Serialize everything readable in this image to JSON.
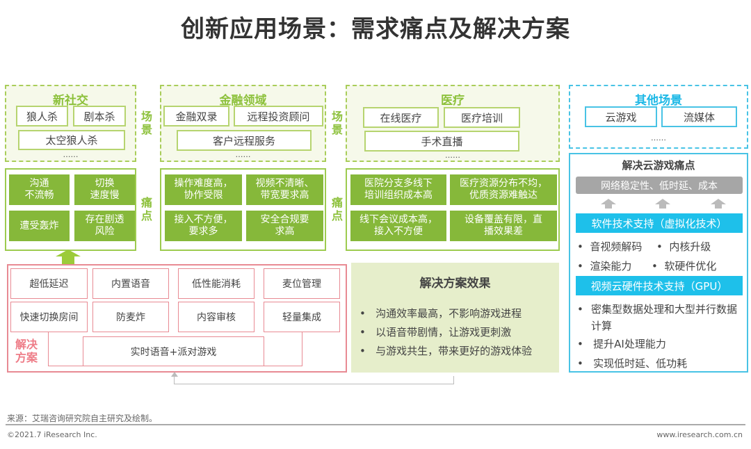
{
  "title": "创新应用场景：需求痛点及解决方案",
  "labels": {
    "scene": "场景",
    "pain": "痛点",
    "solution": "解决方案"
  },
  "ellipsis": "……",
  "scenes": [
    {
      "name": "新社交",
      "items": [
        "狼人杀",
        "剧本杀",
        "太空狼人杀"
      ],
      "pains": [
        "沟通\n不流畅",
        "切换\n速度慢",
        "遭受轰炸",
        "存在剧透\n风险"
      ]
    },
    {
      "name": "金融领域",
      "items": [
        "金融双录",
        "远程投资顾问",
        "客户远程服务"
      ],
      "pains": [
        "操作难度高，\n协作受限",
        "视频不清晰、\n带宽要求高",
        "接入不方便，\n要求多",
        "安全合规要\n求高"
      ]
    },
    {
      "name": "医疗",
      "items": [
        "在线医疗",
        "医疗培训",
        "手术直播"
      ],
      "pains": [
        "医院分支多线下\n培训组织成本高",
        "医疗资源分布不均，\n优质资源难触达",
        "线下会议成本高，\n接入不方便",
        "设备覆盖有限，直\n播效果差"
      ]
    }
  ],
  "other": {
    "name": "其他场景",
    "items": [
      "云游戏",
      "流媒体"
    ]
  },
  "cloud": {
    "title": "解决云游戏痛点",
    "pain_bar": "网络稳定性、低时延、成本",
    "software_bar": "软件技术支持（虚拟化技术）",
    "software_items": [
      "音视频解码",
      "内核升级",
      "渲染能力",
      "软硬件优化"
    ],
    "hardware_bar": "视频云硬件技术支持（GPU）",
    "hardware_items": [
      "密集型数据处理和大型并行数据计算",
      "提升AI处理能力",
      "实现低时延、低功耗"
    ]
  },
  "solutions": {
    "features": [
      "超低延迟",
      "内置语音",
      "低性能消耗",
      "麦位管理",
      "快速切换房间",
      "防麦炸",
      "内容审核",
      "轻量集成"
    ],
    "core": "实时语音+派对游戏"
  },
  "effects": {
    "title": "解决方案效果",
    "items": [
      "沟通效率最高，不影响游戏进程",
      "以语音带剧情，让游戏更刺激",
      "与游戏共生，带来更好的游戏体验"
    ]
  },
  "footer": {
    "source": "来源：艾瑞咨询研究院自主研究及绘制。",
    "copyright": "©2021.7 iResearch Inc.",
    "website": "www.iresearch.com.cn"
  },
  "colors": {
    "green": "#86b83a",
    "cyan": "#1ec0ea",
    "pink": "#e88a93"
  }
}
